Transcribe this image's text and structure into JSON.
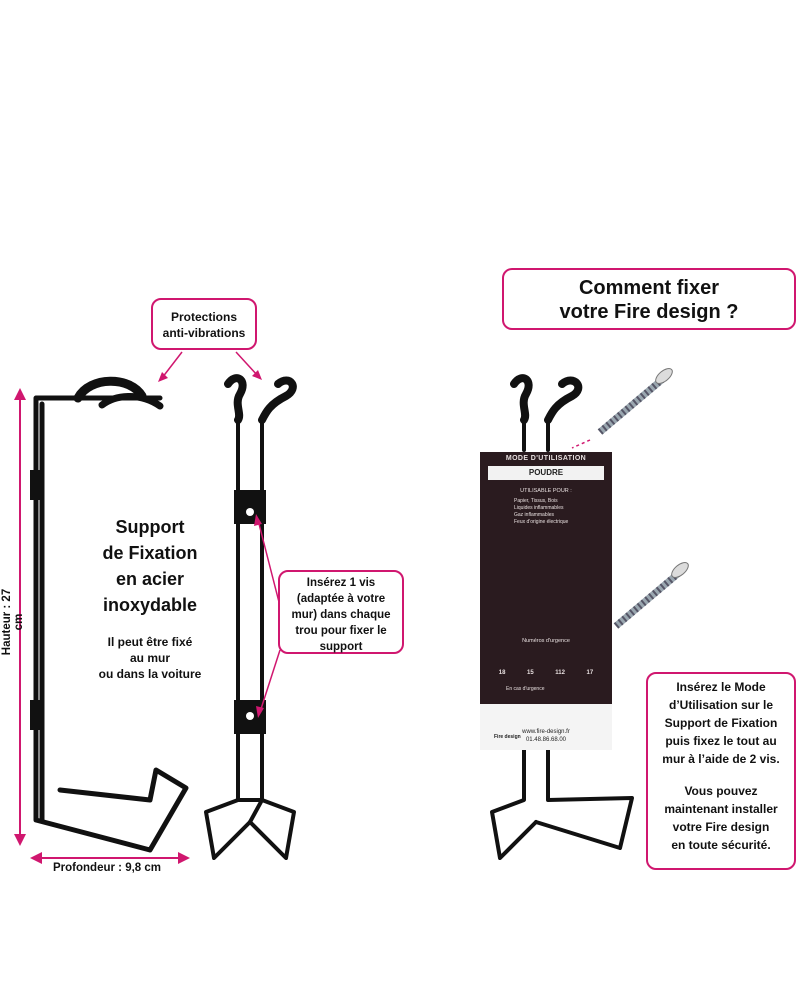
{
  "title": "Comment fixer votre Fire design ?",
  "title_lines": [
    "Comment fixer",
    "votre Fire design ?"
  ],
  "protections_lines": [
    "Protections",
    "anti-vibrations"
  ],
  "support_title_lines": [
    "Support",
    "de Fixation",
    "en acier",
    "inoxydable"
  ],
  "support_sub_lines": [
    "Il peut être fixé",
    "au mur",
    "ou dans la voiture"
  ],
  "hauteur": "Hauteur : 27 cm",
  "profondeur": "Profondeur : 9,8 cm",
  "vis_lines": [
    "Insérez 1 vis",
    "(adaptée à votre",
    "mur) dans chaque",
    "trou pour fixer le",
    "support"
  ],
  "mode_lines": [
    "Insérez le Mode",
    "d’Utilisation sur le",
    "Support de Fixation",
    "puis fixez le tout au",
    "mur à l’aide de 2 vis."
  ],
  "mode_lines2": [
    "Vous pouvez",
    "maintenant installer",
    "votre Fire design",
    "en toute sécurité."
  ],
  "card": {
    "header": "MODE D'UTILISATION",
    "type": "POUDRE",
    "utilisable": "UTILISABLE POUR :",
    "uses": [
      "Papier, Tissus, Bois",
      "Liquides inflammables",
      "Gaz inflammables",
      "Feux d'origine électrique"
    ],
    "urgence": "Numéros d'urgence",
    "numbers": [
      "18",
      "15",
      "112",
      "17"
    ],
    "en_cas": "En cas d'urgence",
    "website": "www.fire-design.fr",
    "phone": "01.48.86.68.00",
    "brand": "Fire design"
  },
  "colors": {
    "accent": "#d0176f",
    "steel": "#111111",
    "card": "#2a1b1f"
  }
}
